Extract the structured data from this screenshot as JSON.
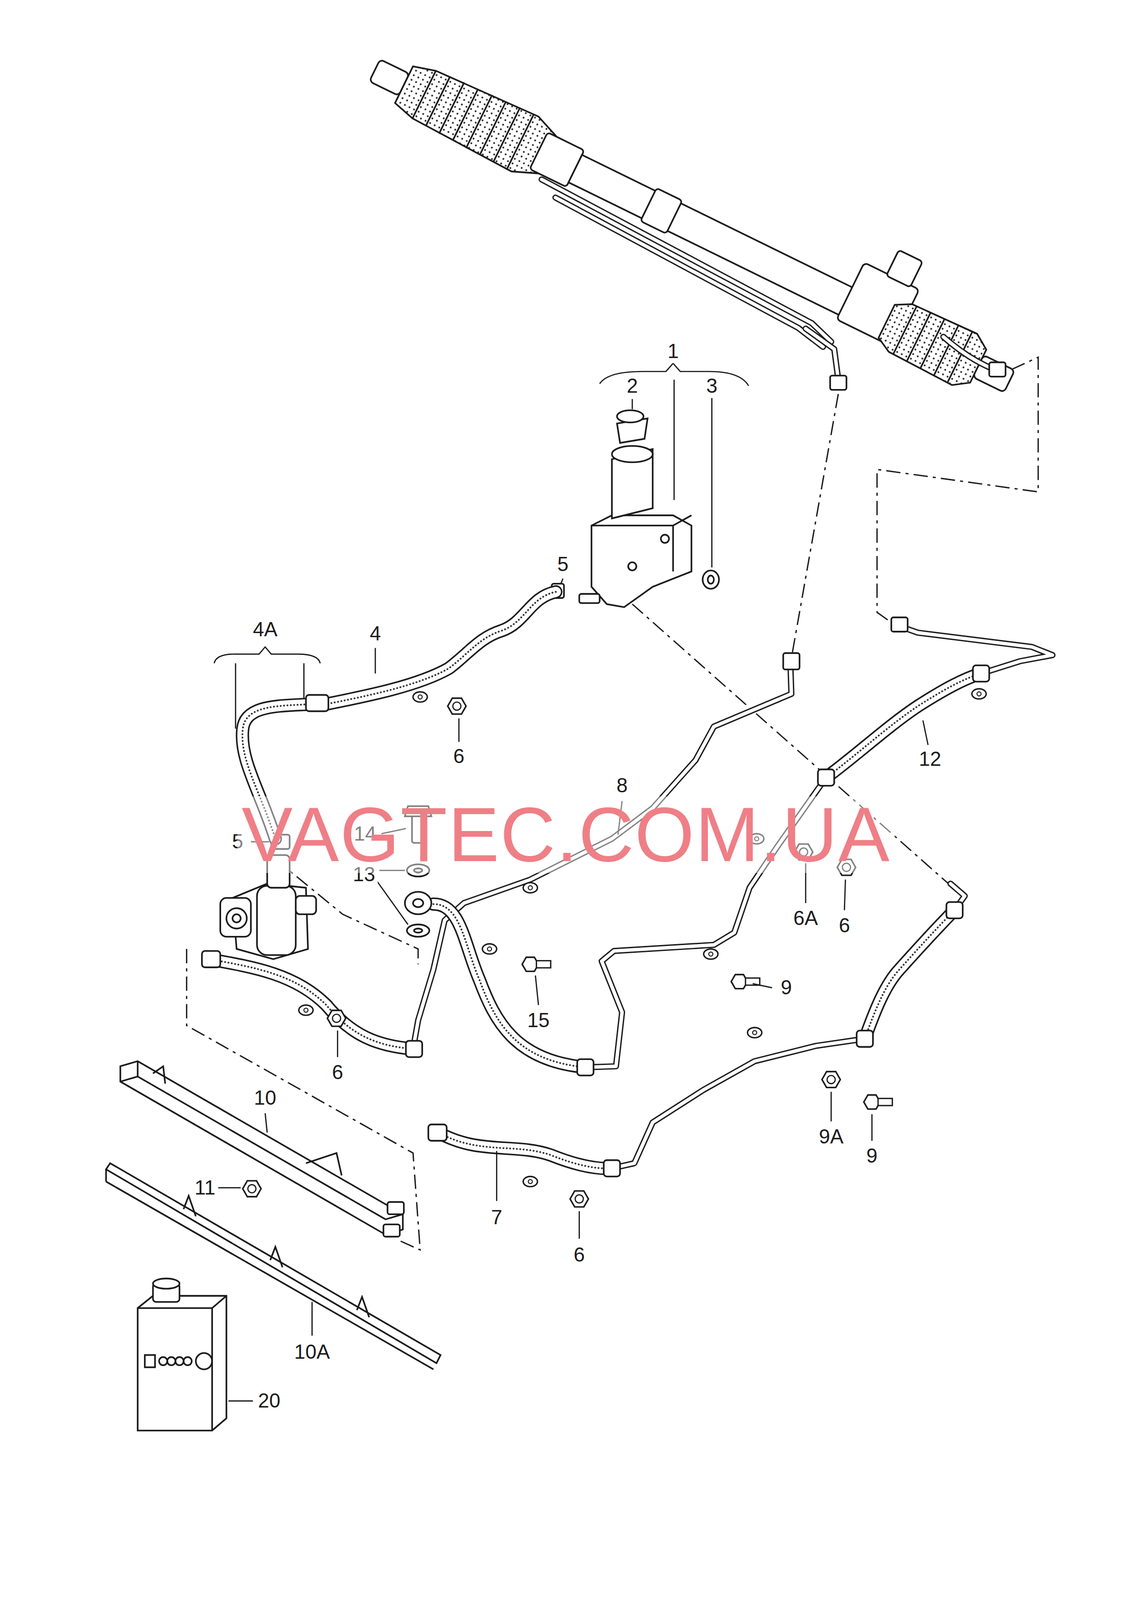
{
  "diagram": {
    "labels": [
      "1",
      "2",
      "3",
      "5",
      "4A",
      "4",
      "6",
      "8",
      "12",
      "5",
      "14",
      "13",
      "6A",
      "6",
      "9",
      "15",
      "6",
      "10",
      "9A",
      "9",
      "11",
      "7",
      "6",
      "10A",
      "20",
      "VAGTEC.COM.UA"
    ]
  }
}
